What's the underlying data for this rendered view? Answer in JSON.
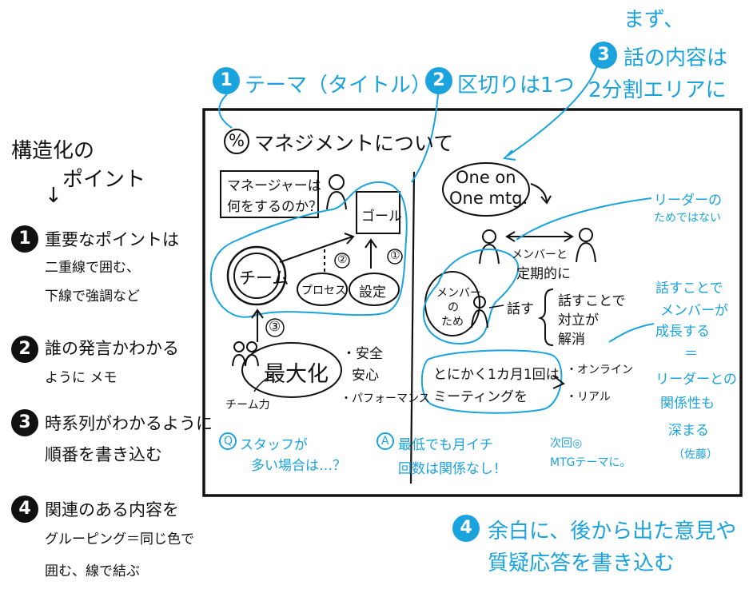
{
  "left_panel": {
    "heading_line1": "構造化の",
    "heading_line2": "ポイント",
    "arrow": "↓",
    "points": [
      {
        "num": "1",
        "line1": "重要なポイントは",
        "line2": "二重線で囲む、",
        "line3": "下線で強調など"
      },
      {
        "num": "2",
        "line1": "誰の発言かわかる",
        "line2": "ように メモ"
      },
      {
        "num": "3",
        "line1": "時系列がわかるように",
        "line2": "順番を書き込む"
      },
      {
        "num": "4",
        "line1": "関連のある内容を",
        "line2": "グルーピング＝同じ色で",
        "line3": "囲む、線で結ぶ"
      }
    ]
  },
  "annotations": {
    "a1": {
      "num": "1",
      "text": "テーマ（タイトル）"
    },
    "a2": {
      "num": "2",
      "text": "区切りは1つ"
    },
    "a3": {
      "num": "3",
      "pre": "まず、",
      "line1": "話の内容は",
      "line2": "2分割エリアに"
    },
    "a4": {
      "num": "4",
      "line1": "余白に、後から出た意見や",
      "line2": "質疑応答を書き込む"
    }
  },
  "board": {
    "title_symbol": "%",
    "title": "マネジメントについて",
    "left": {
      "question_line1": "マネージャーは",
      "question_line2": "何をするのか？",
      "goal": "ゴール",
      "team": "チーム",
      "process": "プロセス",
      "setting": "設定",
      "step1": "①",
      "step2": "②",
      "step3": "③",
      "maximize": "最大化",
      "safety": "・安全",
      "relief": "安心",
      "performance": "・パフォーマンス",
      "team_power": "チーム力"
    },
    "right": {
      "one_on_one_line1": "One on",
      "one_on_one_line2": "One mtg.",
      "not_for_leader_line1": "リーダーの",
      "not_for_leader_line2": "ためではない",
      "member_regular_line1": "メンバーと",
      "member_regular_line2": "定期的に",
      "for_member_line1": "メンバー",
      "for_member_line2": "の",
      "for_member_line3": "ため",
      "talk": "話す",
      "resolve_line1": "話すことで",
      "resolve_line2": "対立が",
      "resolve_line3": "解消",
      "growth_line1": "話すことで",
      "growth_line2": "メンバーが",
      "growth_line3": "成長する",
      "equals": "＝",
      "relation_line1": "リーダーとの",
      "relation_line2": "関係性も",
      "relation_line3": "深まる",
      "sato": "（佐藤）",
      "monthly_line1": "とにかく1カ月1回は",
      "monthly_line2": "ミーティングを",
      "online": "・オンライン",
      "real": "・リアル"
    },
    "qa": {
      "q_mark": "Q",
      "q_line1": "スタッフが",
      "q_line2": "多い場合は…？",
      "a_mark": "A",
      "a_line1": "最低でも月イチ",
      "a_line2": "回数は関係なし！",
      "note_line1": "次回◎",
      "note_line2": "MTGテーマに。"
    }
  }
}
